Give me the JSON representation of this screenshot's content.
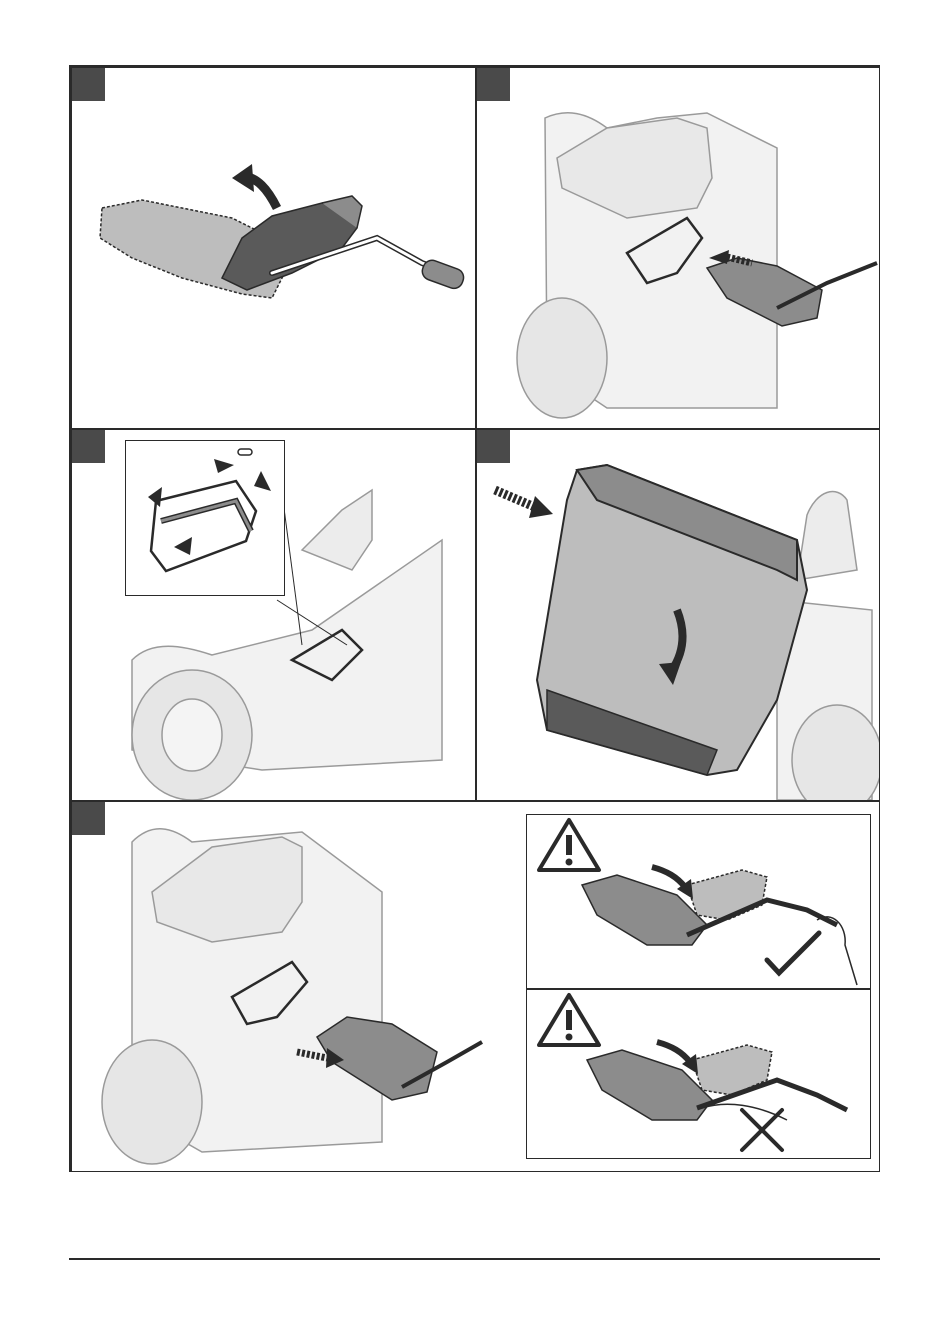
{
  "page": {
    "panels": [
      {
        "id": 1,
        "scene": "collector-lid-lift"
      },
      {
        "id": 2,
        "scene": "collector-attach-to-bracket"
      },
      {
        "id": 3,
        "scene": "bracket-detail-inset"
      },
      {
        "id": 4,
        "scene": "grass-bag-fit"
      },
      {
        "id": 5,
        "scene": "collector-push-on"
      }
    ],
    "warnings": [
      {
        "icon": "warning-triangle-icon",
        "verdict_icon": "check-mark-icon",
        "verdict": "correct"
      },
      {
        "icon": "warning-triangle-icon",
        "verdict_icon": "cross-mark-icon",
        "verdict": "incorrect"
      }
    ],
    "colors": {
      "line": "#2a2a2a",
      "fill_dark": "#5a5a5a",
      "fill_mid": "#8c8c8c",
      "fill_light": "#bdbdbd",
      "step_badge": "#4a4a4a"
    }
  }
}
